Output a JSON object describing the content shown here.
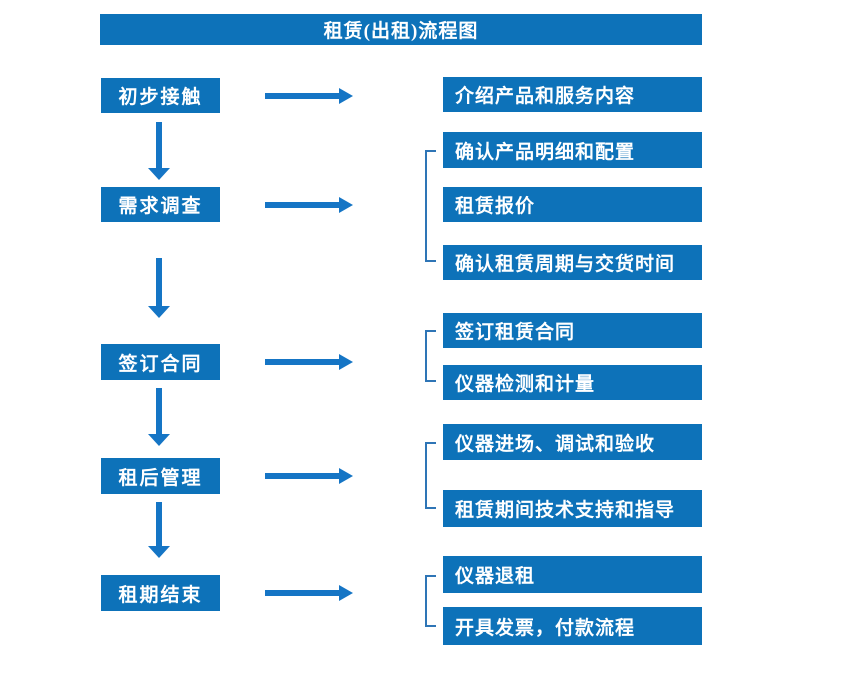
{
  "title": "租赁(出租)流程图",
  "colors": {
    "box": "#0d72b9",
    "arrow": "#1575c5",
    "bracket": "#2e75b6",
    "text": "#ffffff",
    "background": "#ffffff"
  },
  "steps": [
    {
      "label": "初步接触",
      "items": [
        "介绍产品和服务内容"
      ]
    },
    {
      "label": "需求调查",
      "items": [
        "确认产品明细和配置",
        "租赁报价",
        "确认租赁周期与交货时间"
      ]
    },
    {
      "label": "签订合同",
      "items": [
        "签订租赁合同",
        "仪器检测和计量"
      ]
    },
    {
      "label": "租后管理",
      "items": [
        "仪器进场、调试和验收",
        "租赁期间技术支持和指导"
      ]
    },
    {
      "label": "租期结束",
      "items": [
        "仪器退租",
        "开具发票，付款流程"
      ]
    }
  ]
}
